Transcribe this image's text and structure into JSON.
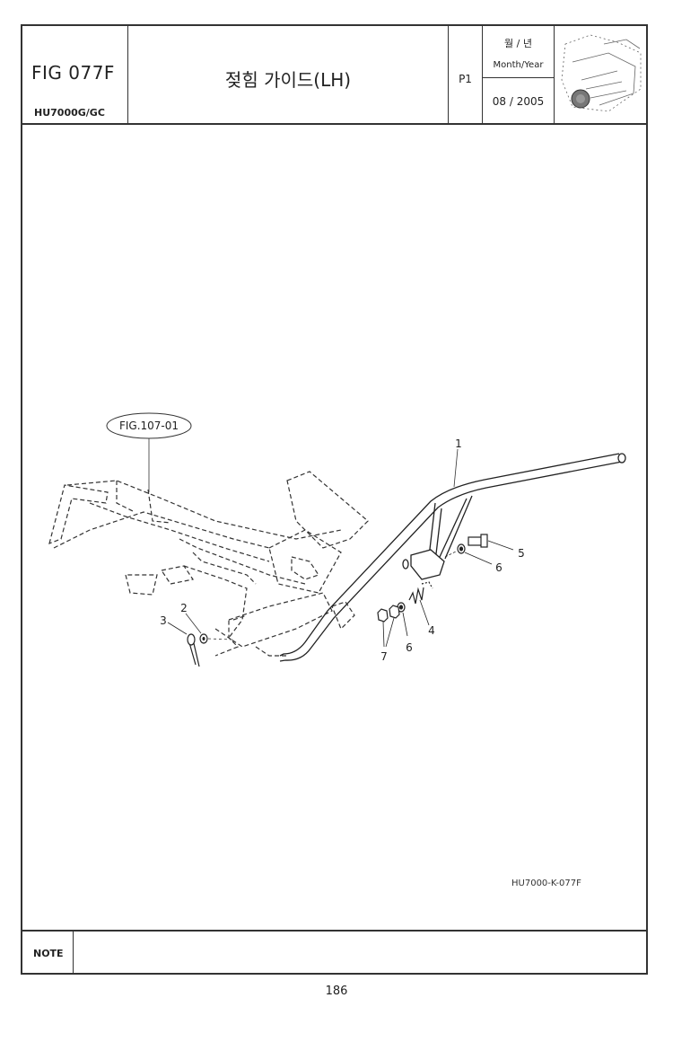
{
  "header": {
    "fig_code": "FIG 077F",
    "model": "HU7000G/GC",
    "title": "젖힘 가이드(LH)",
    "page_label": "P1",
    "date_label_kr": "월 / 년",
    "date_label_en": "Month/Year",
    "date_value": "08 / 2005"
  },
  "diagram": {
    "reference_label": "FIG.107-01",
    "callouts": [
      "1",
      "2",
      "3",
      "4",
      "5",
      "6",
      "6",
      "7"
    ],
    "drawing_code": "HU7000-K-077F"
  },
  "note": {
    "label": "NOTE"
  },
  "footer": {
    "page_number": "186"
  }
}
